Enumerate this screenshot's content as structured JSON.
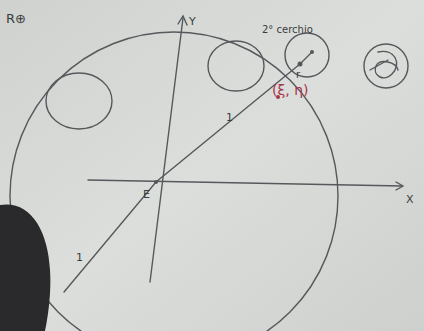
{
  "diagram": {
    "labels": [
      "R⊕",
      "Y",
      "2° cerchio",
      "r",
      "(ξ, η)",
      "1",
      "E",
      "X",
      "1"
    ]
  }
}
